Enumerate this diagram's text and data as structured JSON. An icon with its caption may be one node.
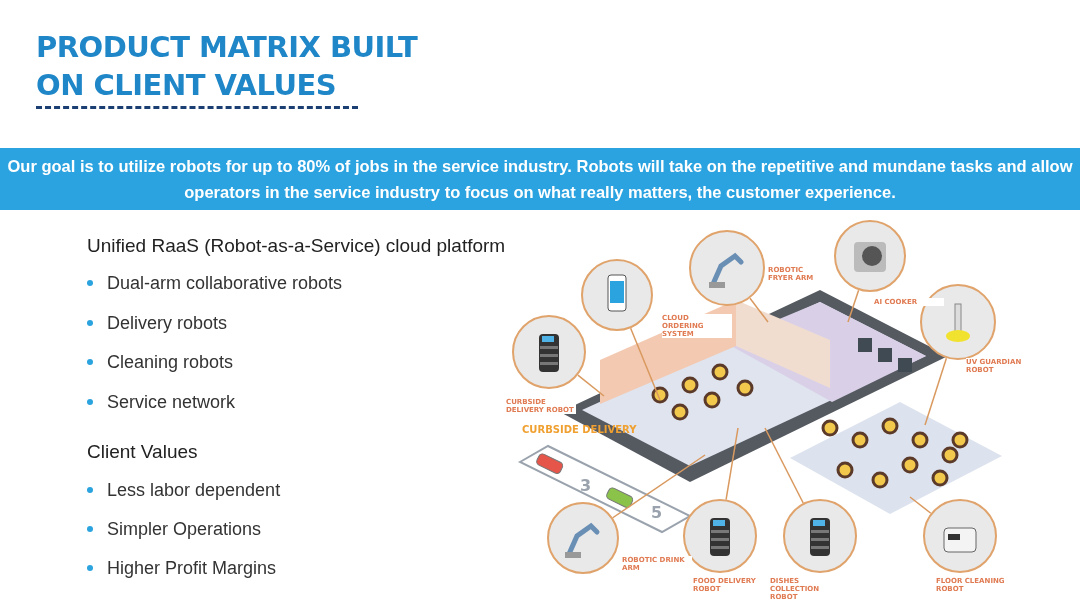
{
  "diagram": {
    "title": "PRODUCT MATRIX BUILT ON CLIENT VALUES",
    "nodes": [
      {
        "text": [
          "ROBOTIC FRYER ARM"
        ]
      },
      {
        "text": [
          "AI COOKER"
        ]
      },
      {
        "text": [
          "CLOUD ORDERING SYSTEM"
        ]
      },
      {
        "text": [
          "UV GUARDIAN ROBOT"
        ]
      },
      {
        "text": [
          "CURBSIDE DELIVERY ROBOT"
        ]
      },
      {
        "text": [
          "ROBOTIC DRINK ARM"
        ]
      },
      {
        "text": [
          "FOOD DELIVERY ROBOT"
        ]
      },
      {
        "text": [
          "DISHES COLLECTION ROBOT"
        ]
      },
      {
        "text": [
          "FLOOR CLEANING ROBOT"
        ]
      }
    ],
    "edges": [
      {
        "from": 0,
        "to": null,
        "arrow": "none"
      },
      {
        "from": 1,
        "to": null,
        "arrow": "none"
      },
      {
        "from": 2,
        "to": null,
        "arrow": "none"
      },
      {
        "from": 3,
        "to": null,
        "arrow": "none"
      },
      {
        "from": 4,
        "to": null,
        "arrow": "none"
      },
      {
        "from": 5,
        "to": null,
        "arrow": "none"
      },
      {
        "from": 6,
        "to": null,
        "arrow": "none"
      },
      {
        "from": 7,
        "to": null,
        "arrow": "none"
      },
      {
        "from": 8,
        "to": null,
        "arrow": "none"
      }
    ],
    "labels": [
      "Our goal is to utilize robots for up to 80% of jobs in the service industry. Robots will take on the repetitive and mundane tasks and allow operators in the service industry to focus on what really matters, the customer experience.",
      "Unified RaaS (Robot-as-a-Service) cloud platform",
      "Dual-arm collaborative robots",
      "Delivery robots",
      "Cleaning robots",
      "Service network",
      "Client Values",
      "Less labor dependent",
      "Simpler Operations",
      "Higher Profit Margins",
      "CURBSIDE DELIVERY",
      "3",
      "5"
    ]
  }
}
